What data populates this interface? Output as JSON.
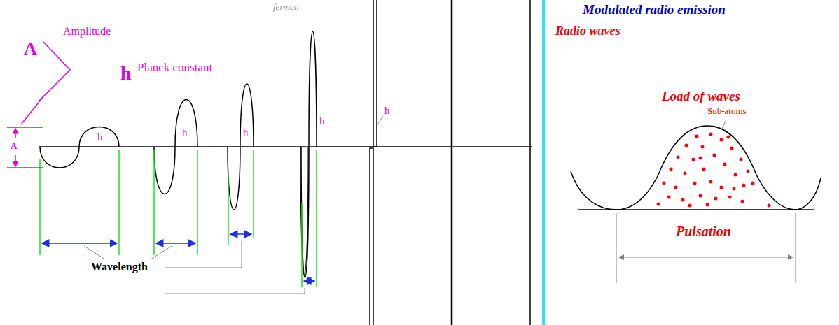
{
  "diagram": {
    "labels": [
      "A",
      "Amplitude",
      "h",
      "Planck constant",
      "A",
      "h",
      "h",
      "h",
      "h",
      "h",
      "ferman",
      "Wavelength",
      "Modulated radio emission",
      "Radio waves",
      "Load of waves",
      "Sub-atoms",
      "Pulsation"
    ]
  }
}
